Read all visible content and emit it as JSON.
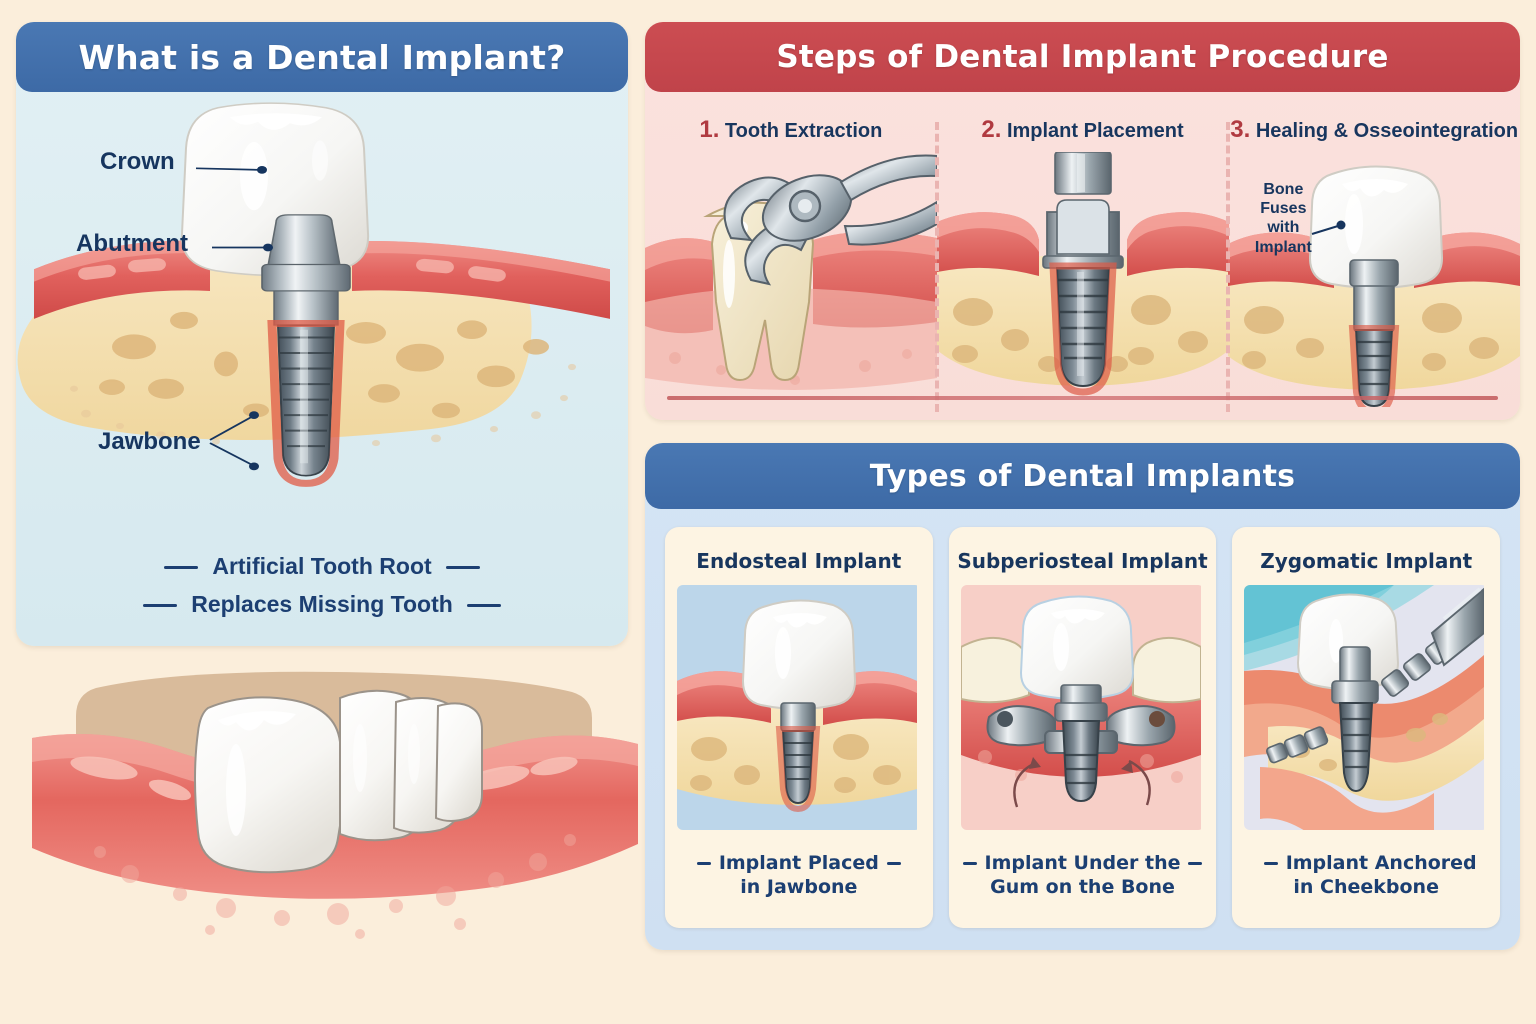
{
  "background_color": "#fbeedb",
  "colors": {
    "blue_header": "#3d6aa6",
    "red_header": "#c0434a",
    "navy_text": "#18365e",
    "caption_blue": "#1c3f72",
    "light_blue_panel": "#dcedf1",
    "pink_panel": "#f9ddd8",
    "card_cream": "#fdf4e3",
    "gum_red": "#e06a66",
    "bone_tan": "#f2dcae",
    "metal_gray": "#8e9aa3"
  },
  "left_panel": {
    "title": "What is a Dental Implant?",
    "labels": {
      "crown": "Crown",
      "abutment": "Abutment",
      "jawbone": "Jawbone"
    },
    "taglines": [
      "Artificial Tooth Root",
      "Replaces Missing Tooth"
    ]
  },
  "steps_panel": {
    "title": "Steps of Dental Implant Procedure",
    "steps": [
      {
        "number": "1.",
        "label": "Tooth Extraction",
        "art": "forceps-extracting-tooth"
      },
      {
        "number": "2.",
        "label": "Implant Placement",
        "art": "implant-screw-into-bone"
      },
      {
        "number": "3.",
        "label": "Healing & Osseointegration",
        "art": "crown-on-integrated-implant",
        "callout": "Bone\nFuses\nwith\nImplant"
      }
    ]
  },
  "types_panel": {
    "title": "Types of Dental Implants",
    "cards": [
      {
        "title": "Endosteal Implant",
        "caption_line1": "Implant Placed",
        "caption_line2": "in Jawbone",
        "art": "screw-in-jawbone"
      },
      {
        "title": "Subperiosteal Implant",
        "caption_line1": "Implant Under the",
        "caption_line2": "Gum on the Bone",
        "art": "metal-frame-under-gum"
      },
      {
        "title": "Zygomatic Implant",
        "caption_line1": "Implant Anchored",
        "caption_line2": "in Cheekbone",
        "art": "implant-into-cheekbone"
      }
    ]
  }
}
